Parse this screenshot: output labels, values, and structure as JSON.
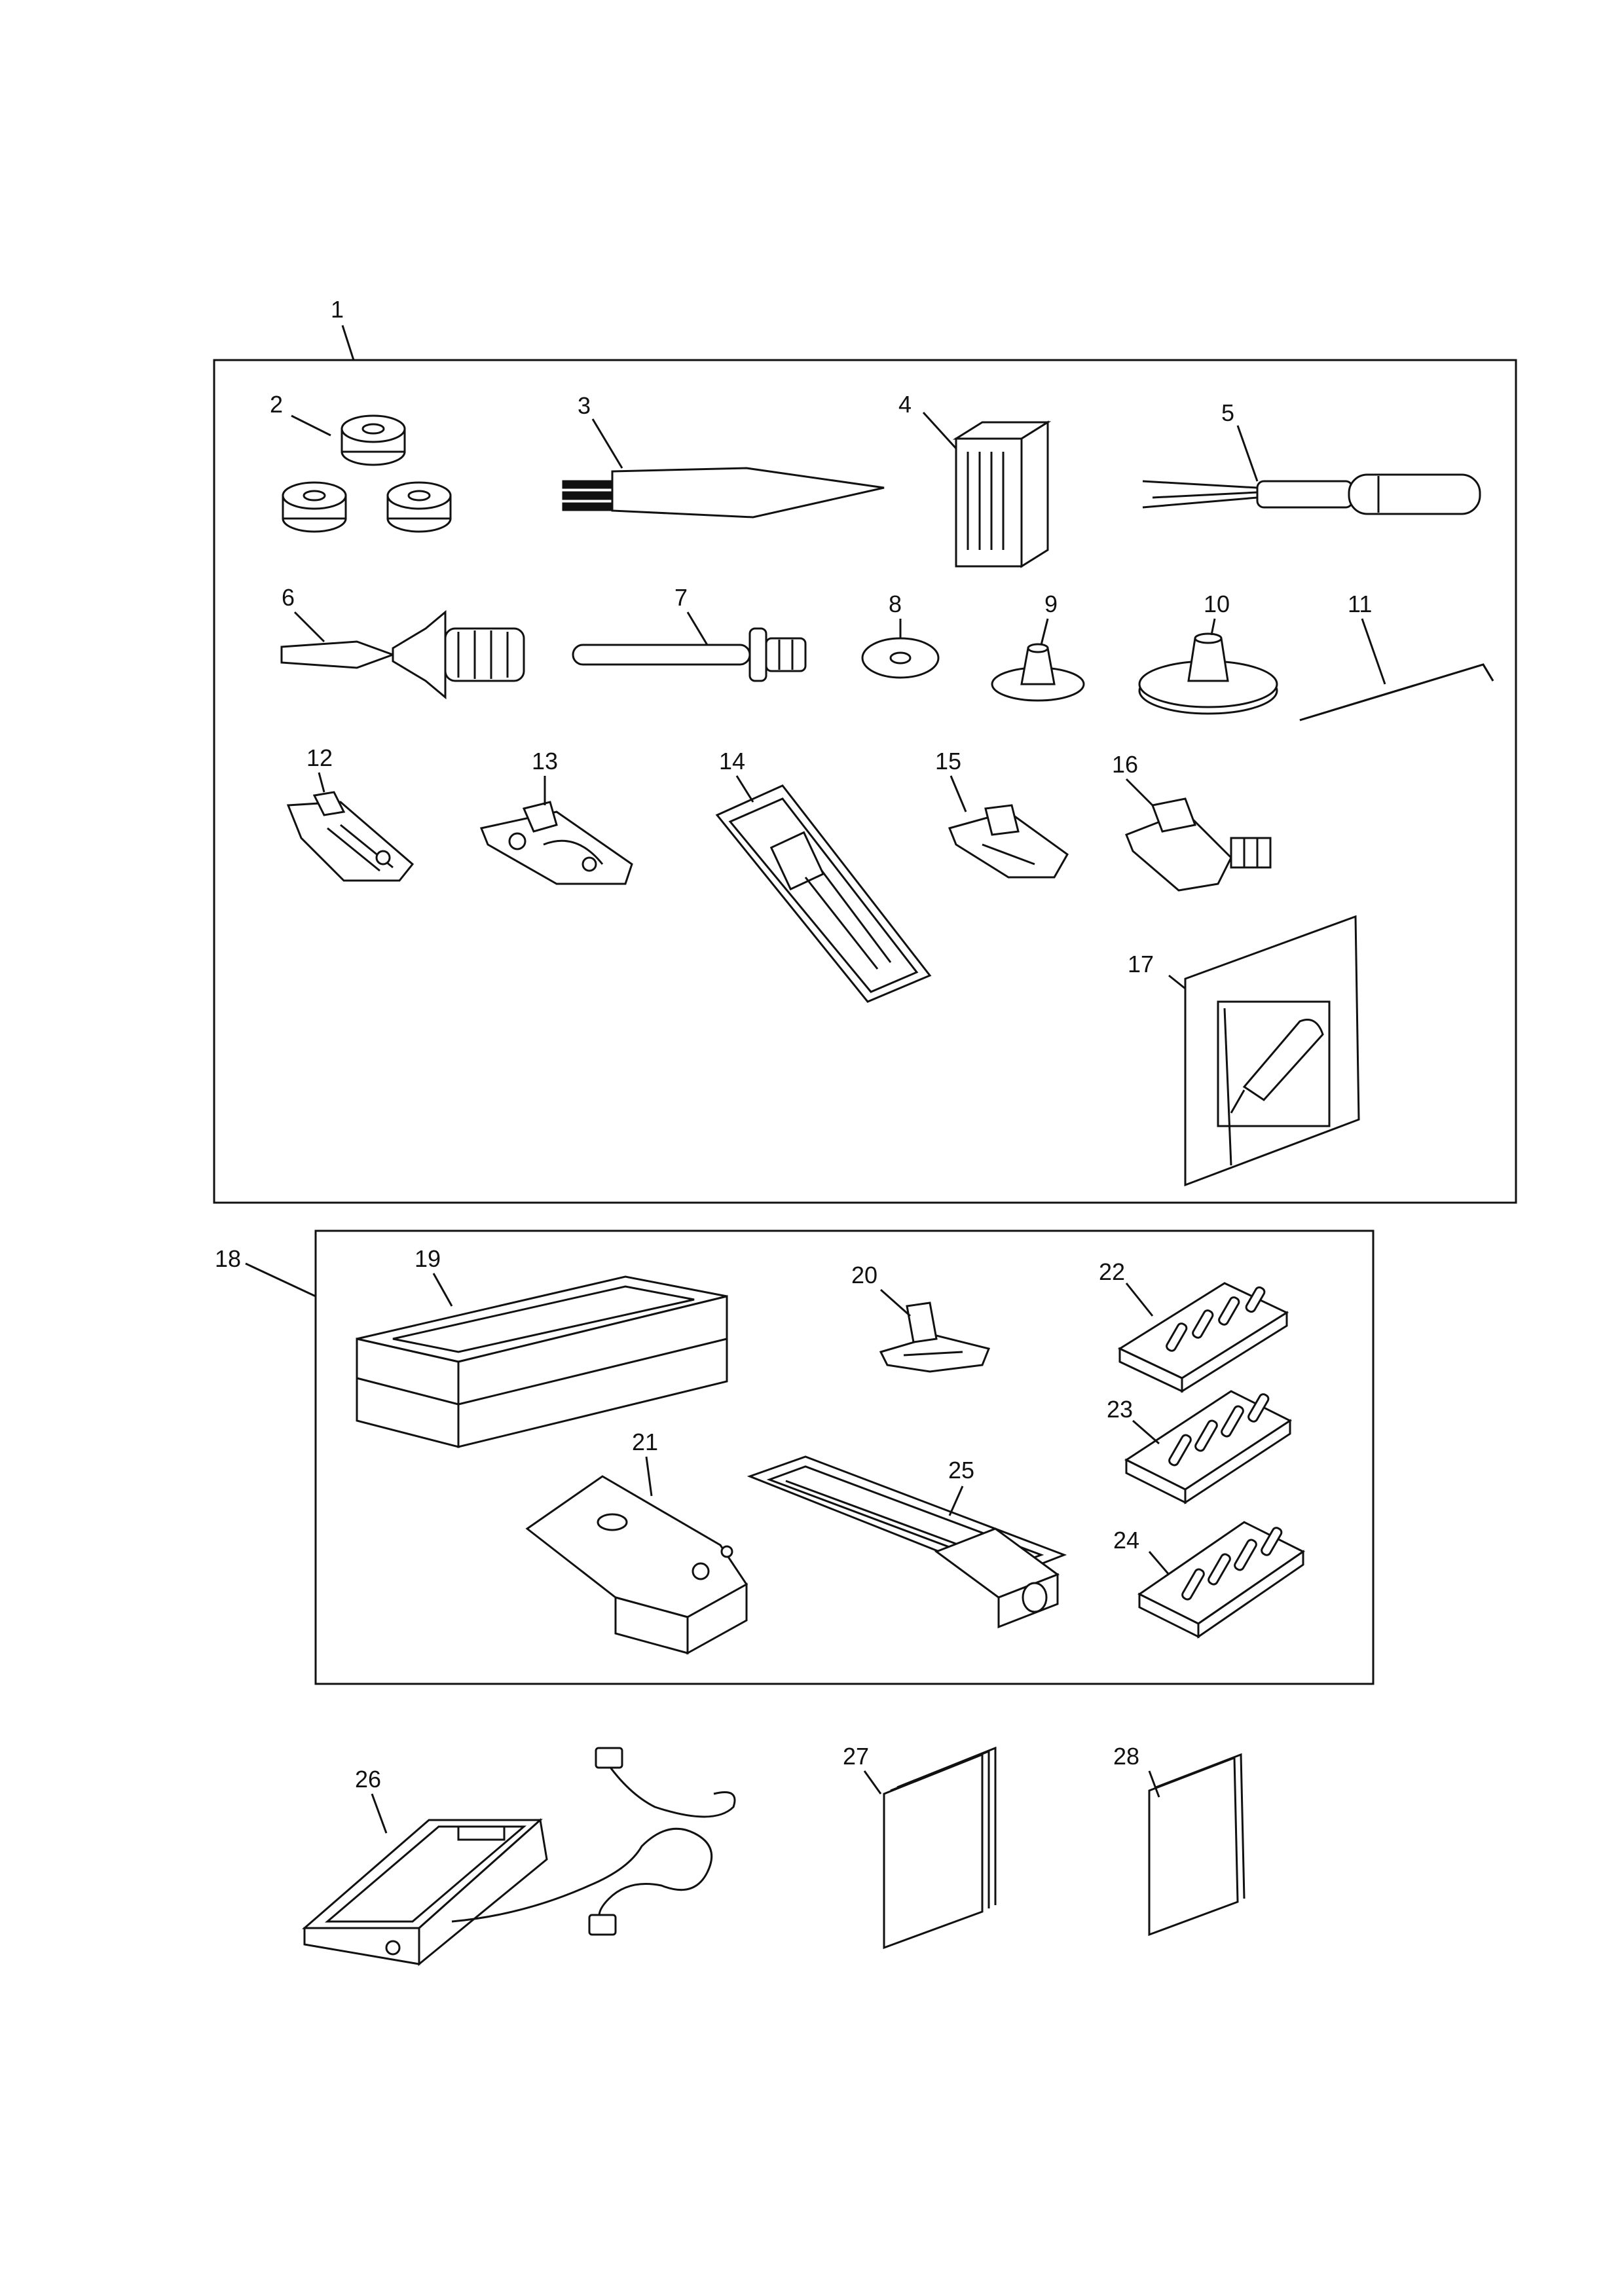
{
  "callouts": {
    "c1": "1",
    "c2": "2",
    "c3": "3",
    "c4": "4",
    "c5": "5",
    "c6": "6",
    "c7": "7",
    "c8": "8",
    "c9": "9",
    "c10": "10",
    "c11": "11",
    "c12": "12",
    "c13": "13",
    "c14": "14",
    "c15": "15",
    "c16": "16",
    "c17": "17",
    "c18": "18",
    "c19": "19",
    "c20": "20",
    "c21": "21",
    "c22": "22",
    "c23": "23",
    "c24": "24",
    "c25": "25",
    "c26": "26",
    "c27": "27",
    "c28": "28"
  }
}
